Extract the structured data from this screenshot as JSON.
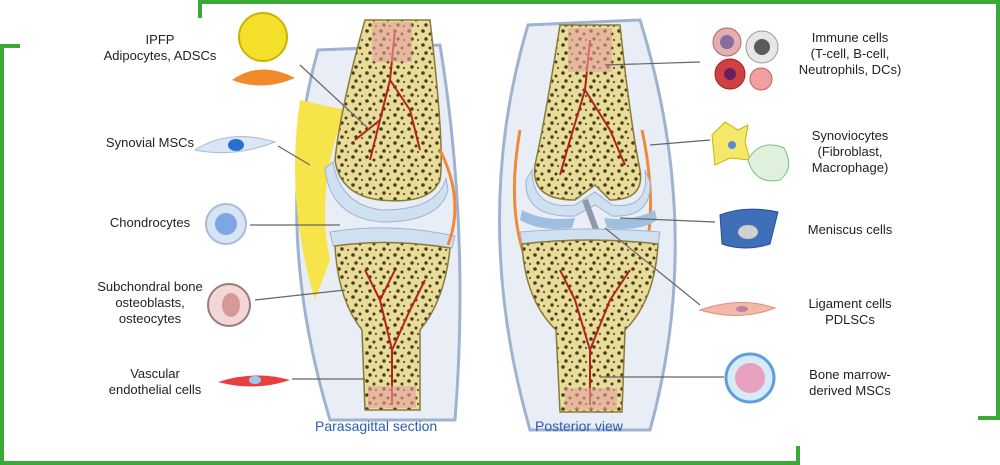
{
  "left_labels": [
    {
      "id": "ipfp",
      "text": "IPFP\nAdipocytes, ADSCs"
    },
    {
      "id": "synovial-mscs",
      "text": "Synovial MSCs"
    },
    {
      "id": "chondrocytes",
      "text": "Chondrocytes"
    },
    {
      "id": "subchondral",
      "text": "Subchondral bone\nosteoblasts,\nosteocytes"
    },
    {
      "id": "vascular",
      "text": "Vascular\nendothelial cells"
    }
  ],
  "right_labels": [
    {
      "id": "immune",
      "text": "Immune cells\n(T-cell, B-cell,\nNeutrophils, DCs)"
    },
    {
      "id": "synoviocytes",
      "text": "Synoviocytes\n(Fibroblast,\nMacrophage)"
    },
    {
      "id": "meniscus",
      "text": "Meniscus cells"
    },
    {
      "id": "ligament",
      "text": "Ligament cells\nPDLSCs"
    },
    {
      "id": "bone-marrow",
      "text": "Bone marrow-\nderived MSCs"
    }
  ],
  "captions": {
    "left": "Parasagittal section",
    "right": "Posterior view"
  },
  "colors": {
    "frame": "#3aaa35",
    "caption": "#2a5db0",
    "bone": "#e8dc9a",
    "vessel": "#b22222",
    "cartilage": "#cfe0f0",
    "fat": "#f6e44a"
  }
}
